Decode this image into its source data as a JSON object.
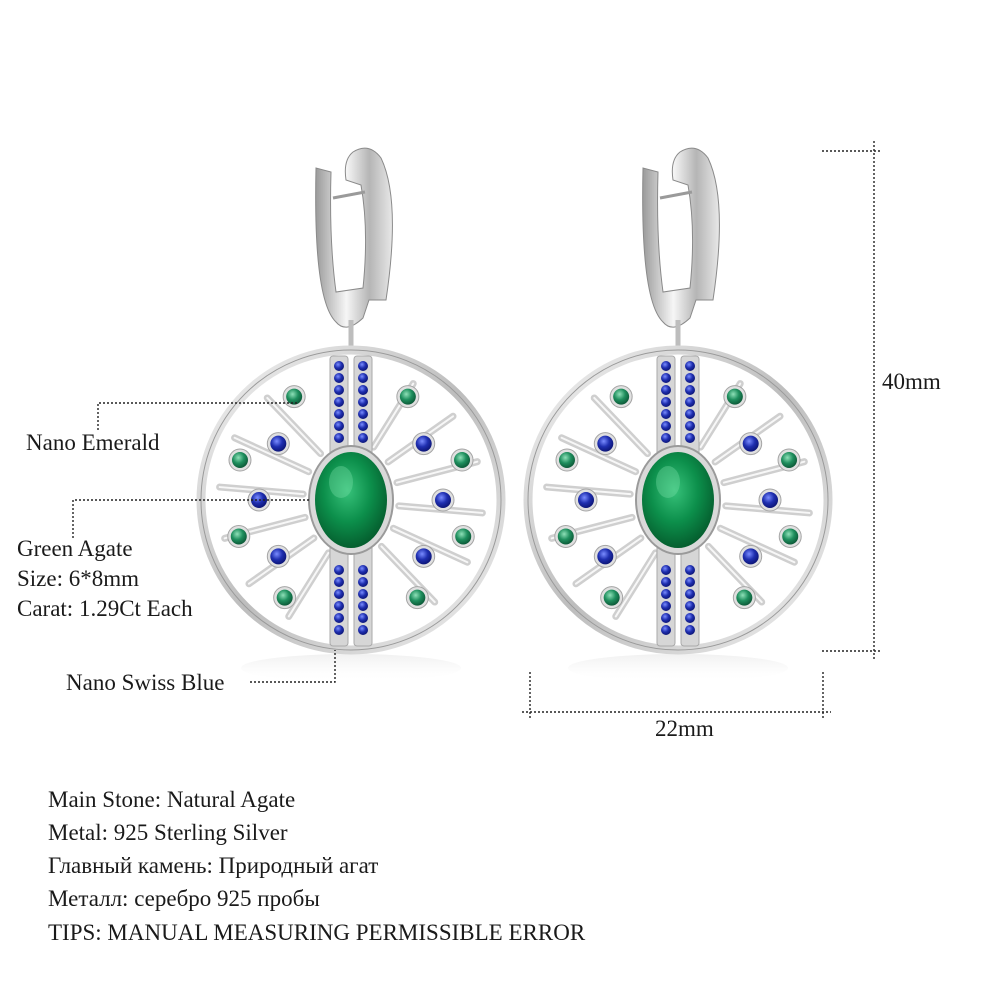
{
  "callouts": {
    "emerald": "Nano Emerald",
    "agate_name": "Green Agate",
    "agate_size": "Size: 6*8mm",
    "agate_carat": "Carat: 1.29Ct Each",
    "swiss_blue": "Nano Swiss Blue"
  },
  "dimensions": {
    "height": "40mm",
    "width": "22mm"
  },
  "specs": [
    "Main Stone: Natural Agate",
    "Metal: 925 Sterling Silver",
    "Главный камень: Природный агат",
    "Металл: серебро 925 пробы",
    "TIPS: MANUAL MEASURING PERMISSIBLE ERROR"
  ],
  "colors": {
    "background": "#ffffff",
    "silver": "#d8d8d8",
    "agate_green": "#0f8a4a",
    "emerald": "#1f8f5e",
    "swiss_blue": "#1f2fb0",
    "text": "#1a1a1a"
  }
}
